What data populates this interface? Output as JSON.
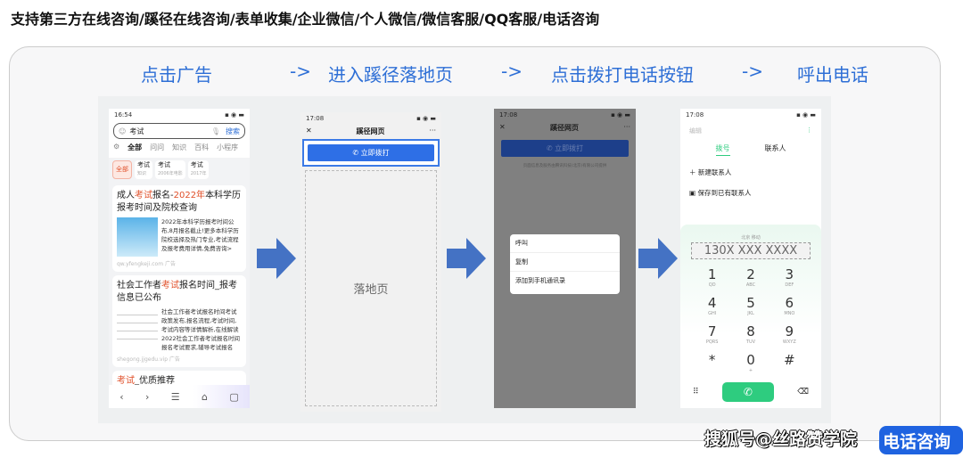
{
  "title": "支持第三方在线咨询/蹊径在线咨询/表单收集/企业微信/个人微信/微信客服/QQ客服/电话咨询",
  "steps": [
    "点击广告",
    "进入蹊径落地页",
    "点击拨打电话按钮",
    "呼出电话"
  ],
  "step_sep": "->",
  "phone1": {
    "time": "16:54",
    "search_value": "考试",
    "search_btn": "搜索",
    "tabs": [
      "全部",
      "问问",
      "知识",
      "百科",
      "小程序"
    ],
    "chips": [
      {
        "label": "全部"
      },
      {
        "label": "考试",
        "sub": "知识"
      },
      {
        "label": "考试",
        "sub": "2006年电影"
      },
      {
        "label": "考试",
        "sub": "2017年"
      }
    ],
    "results": [
      {
        "title_pre": "成人",
        "title_hl": "考试",
        "title_mid": "报名-",
        "title_hl2": "2022年",
        "title_post": "本科学历报考时间及院校查询",
        "desc": "2022年本科学历报考时间公布,8月报名截止!更多本科学历院校选择及热门专业,考试流程及报考费用详情,免费咨询>",
        "source": "qw.yfengkeji.com",
        "ad": "广告"
      },
      {
        "title_pre": "社会工作者",
        "title_hl": "考试",
        "title_post": "报名时间_报考信息已公布",
        "desc": "社会工作者考试报名时间考试政策发布,报名流程,考试时间,考试内容等详情解析,在线解读2022社会工作者考试报名时间报名考试要求,辅导考试报名",
        "source": "shegong.jjgedu.vip",
        "ad": "广告"
      },
      {
        "title_hl": "考试",
        "title_post": "_优质推荐"
      }
    ]
  },
  "phone2": {
    "time": "17:08",
    "header": "蹊径网页",
    "call_btn": "立即拨打",
    "body": "落地页"
  },
  "phone3": {
    "time": "17:08",
    "header": "蹊径网页",
    "call_btn": "立即拨打",
    "notice": "页面信息及服务由腾讯科技(北京)有限公司提供",
    "menu": [
      "呼叫",
      "复制",
      "添加到手机通讯录"
    ]
  },
  "phone4": {
    "time": "17:08",
    "edit": "编辑",
    "tabs": [
      "拨号",
      "联系人"
    ],
    "actions": [
      "新建联系人",
      "保存到已有联系人"
    ],
    "location": "北京 移动",
    "number": "130X XXX XXXX",
    "keys": [
      [
        "1",
        "QD"
      ],
      [
        "2",
        "ABC"
      ],
      [
        "3",
        "DEF"
      ],
      [
        "4",
        "GHI"
      ],
      [
        "5",
        "JKL"
      ],
      [
        "6",
        "MNO"
      ],
      [
        "7",
        "PQRS"
      ],
      [
        "8",
        "TUV"
      ],
      [
        "9",
        "WXYZ"
      ],
      [
        "*",
        ""
      ],
      [
        "0",
        "+"
      ],
      [
        "#",
        ""
      ]
    ]
  },
  "badge": "电话咨询",
  "watermark": "搜狐号@丝路赞学院",
  "colors": {
    "accent": "#2e6fd6",
    "arrow": "#4472c4",
    "call_green": "#2ecc7f",
    "highlight": "#e0502a"
  }
}
